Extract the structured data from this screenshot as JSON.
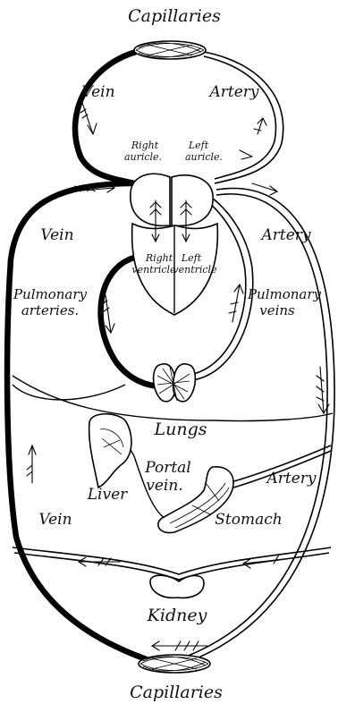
{
  "labels": {
    "capillaries_top": "Capillaries",
    "capillaries_bottom": "Capillaries",
    "vein_top": "Vein",
    "artery_top": "Artery",
    "right_auricle": [
      "Right",
      "auricle."
    ],
    "left_auricle": [
      "Left",
      "auricle."
    ],
    "vein_left": "Vein",
    "artery_right": "Artery",
    "right_ventricle": [
      "Right",
      "ventricle"
    ],
    "left_ventricle": [
      "Left",
      "ventricle"
    ],
    "pulmonary_arteries": [
      "Pulmonary",
      "arteries."
    ],
    "pulmonary_veins": [
      "Pulmonary",
      "veins"
    ],
    "lungs": "Lungs",
    "portal_vein": [
      "Portal",
      "vein."
    ],
    "liver": "Liver",
    "artery_lower": "Artery",
    "stomach": "Stomach",
    "vein_lower": "Vein",
    "kidney": "Kidney"
  }
}
